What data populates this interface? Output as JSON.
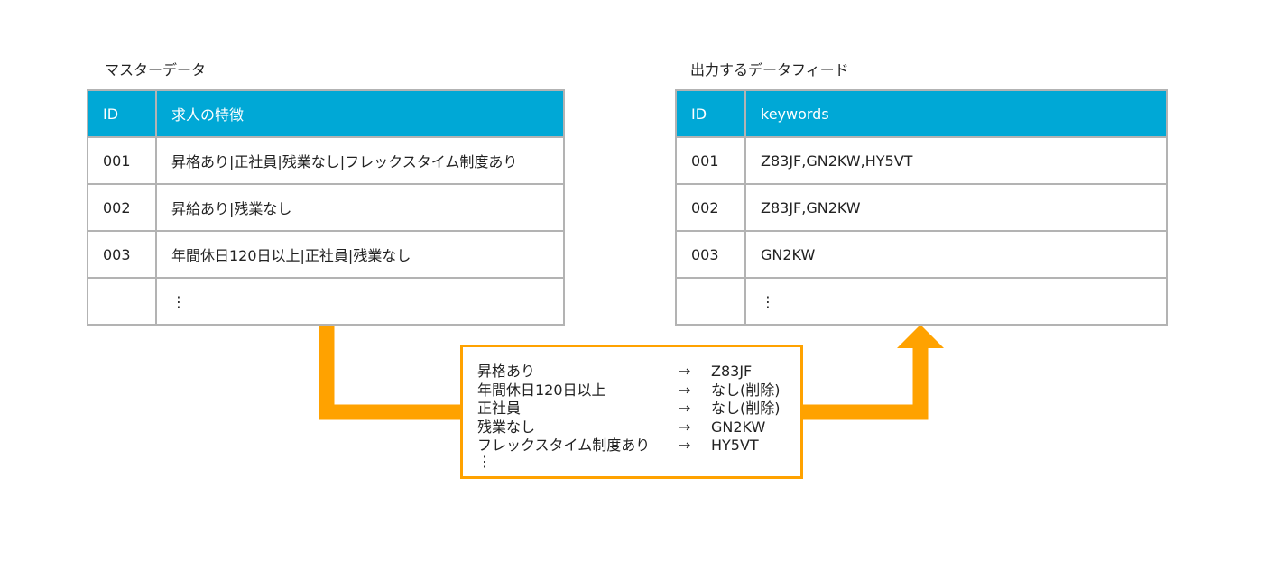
{
  "master": {
    "caption": "マスターデータ",
    "headers": [
      "ID",
      "求人の特徴"
    ],
    "rows": [
      [
        "001",
        "昇格あり|正社員|残業なし|フレックスタイム制度あり"
      ],
      [
        "002",
        "昇給あり|残業なし"
      ],
      [
        "003",
        "年間休日120日以上|正社員|残業なし"
      ],
      [
        "",
        "⋮"
      ]
    ]
  },
  "feed": {
    "caption": "出力するデータフィード",
    "headers": [
      "ID",
      "keywords"
    ],
    "rows": [
      [
        "001",
        "Z83JF,GN2KW,HY5VT"
      ],
      [
        "002",
        "Z83JF,GN2KW"
      ],
      [
        "003",
        "GN2KW"
      ],
      [
        "",
        "⋮"
      ]
    ]
  },
  "mapping": {
    "arrow_symbol": "→",
    "rows": [
      {
        "from": "昇格あり",
        "to": "Z83JF"
      },
      {
        "from": "年間休日120日以上",
        "to": "なし(削除)"
      },
      {
        "from": "正社員",
        "to": "なし(削除)"
      },
      {
        "from": "残業なし",
        "to": "GN2KW"
      },
      {
        "from": "フレックスタイム制度あり",
        "to": "HY5VT"
      }
    ],
    "ellipsis": "⋮"
  },
  "colors": {
    "header_bg": "#00a8d6",
    "header_text": "#ffffff",
    "border": "#b3b3b3",
    "flow_arrow": "#ffa200"
  }
}
